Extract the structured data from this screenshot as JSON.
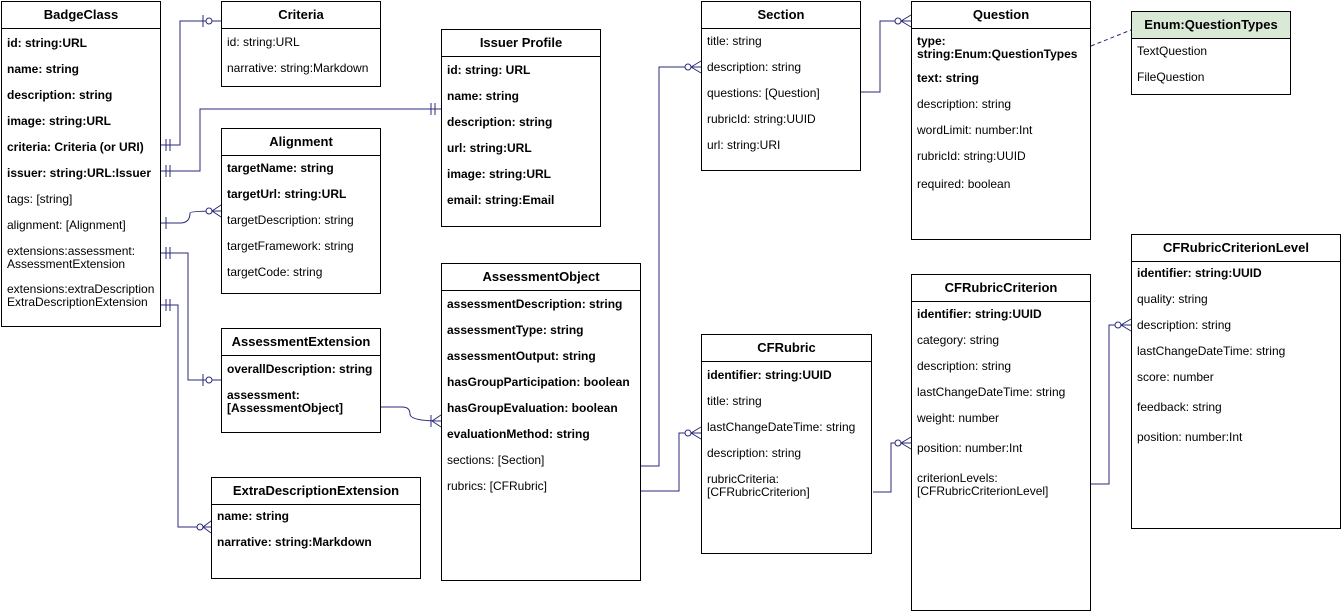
{
  "entities": {
    "badgeclass": {
      "title": "BadgeClass",
      "attrs": [
        {
          "text": "id: string:URL",
          "bold": true
        },
        {
          "text": "name: string",
          "bold": true
        },
        {
          "text": "description: string",
          "bold": true
        },
        {
          "text": "image: string:URL",
          "bold": true
        },
        {
          "text": "criteria: Criteria (or URI)",
          "bold": true
        },
        {
          "text": "issuer: string:URL:Issuer",
          "bold": true
        },
        {
          "text": "tags: [string]",
          "bold": false
        },
        {
          "text": "alignment: [Alignment]",
          "bold": false
        },
        {
          "text": "extensions:assessment:\nAssessmentExtension",
          "bold": false
        },
        {
          "text": "extensions:extraDescription\nExtraDescriptionExtension",
          "bold": false
        }
      ]
    },
    "criteria": {
      "title": "Criteria",
      "attrs": [
        {
          "text": "id: string:URL",
          "bold": false
        },
        {
          "text": "narrative: string:Markdown",
          "bold": false
        }
      ]
    },
    "issuer": {
      "title": "Issuer Profile",
      "attrs": [
        {
          "text": "id: string: URL",
          "bold": true
        },
        {
          "text": "name: string",
          "bold": true
        },
        {
          "text": "description: string",
          "bold": true
        },
        {
          "text": "url: string:URL",
          "bold": true
        },
        {
          "text": "image: string:URL",
          "bold": true
        },
        {
          "text": "email: string:Email",
          "bold": true
        }
      ]
    },
    "alignment": {
      "title": "Alignment",
      "attrs": [
        {
          "text": "targetName: string",
          "bold": true
        },
        {
          "text": "targetUrl: string:URL",
          "bold": true
        },
        {
          "text": "targetDescription: string",
          "bold": false
        },
        {
          "text": "targetFramework: string",
          "bold": false
        },
        {
          "text": "targetCode: string",
          "bold": false
        }
      ]
    },
    "assessmentextension": {
      "title": "AssessmentExtension",
      "attrs": [
        {
          "text": "overallDescription: string",
          "bold": true
        },
        {
          "text": "assessment:\n[AssessmentObject]",
          "bold": true
        }
      ]
    },
    "extradescription": {
      "title": "ExtraDescriptionExtension",
      "attrs": [
        {
          "text": "name: string",
          "bold": true
        },
        {
          "text": "narrative: string:Markdown",
          "bold": true
        }
      ]
    },
    "assessmentobject": {
      "title": "AssessmentObject",
      "attrs": [
        {
          "text": "assessmentDescription: string",
          "bold": true
        },
        {
          "text": "assessmentType: string",
          "bold": true
        },
        {
          "text": "assessmentOutput: string",
          "bold": true
        },
        {
          "text": "hasGroupParticipation: boolean",
          "bold": true
        },
        {
          "text": "hasGroupEvaluation: boolean",
          "bold": true
        },
        {
          "text": "evaluationMethod: string",
          "bold": true
        },
        {
          "text": "sections: [Section]",
          "bold": false
        },
        {
          "text": "rubrics: [CFRubric]",
          "bold": false
        }
      ]
    },
    "section": {
      "title": "Section",
      "attrs": [
        {
          "text": "title: string",
          "bold": false
        },
        {
          "text": "description: string",
          "bold": false
        },
        {
          "text": "questions: [Question]",
          "bold": false
        },
        {
          "text": "rubricId: string:UUID",
          "bold": false
        },
        {
          "text": "url: string:URI",
          "bold": false
        }
      ]
    },
    "question": {
      "title": "Question",
      "attrs": [
        {
          "text": "type:\nstring:Enum:QuestionTypes",
          "bold": true
        },
        {
          "text": "text: string",
          "bold": true
        },
        {
          "text": "description: string",
          "bold": false
        },
        {
          "text": "wordLimit: number:Int",
          "bold": false
        },
        {
          "text": "rubricId: string:UUID",
          "bold": false
        },
        {
          "text": "required: boolean",
          "bold": false
        }
      ]
    },
    "questiontypes": {
      "title": "Enum:QuestionTypes",
      "attrs": [
        {
          "text": "TextQuestion",
          "bold": false
        },
        {
          "text": "FileQuestion",
          "bold": false
        }
      ]
    },
    "cfrubric": {
      "title": "CFRubric",
      "attrs": [
        {
          "text": "identifier: string:UUID",
          "bold": true
        },
        {
          "text": "title: string",
          "bold": false
        },
        {
          "text": "lastChangeDateTime: string",
          "bold": false
        },
        {
          "text": "description: string",
          "bold": false
        },
        {
          "text": "rubricCriteria:\n[CFRubricCriterion]",
          "bold": false
        }
      ]
    },
    "cfrubriccriterion": {
      "title": "CFRubricCriterion",
      "attrs": [
        {
          "text": "identifier: string:UUID",
          "bold": true
        },
        {
          "text": "category: string",
          "bold": false
        },
        {
          "text": "description: string",
          "bold": false
        },
        {
          "text": "lastChangeDateTime: string",
          "bold": false
        },
        {
          "text": "weight: number",
          "bold": false
        },
        {
          "text": "position: number:Int",
          "bold": false
        },
        {
          "text": "criterionLevels:\n[CFRubricCriterionLevel]",
          "bold": false
        }
      ]
    },
    "cfrubriccriterionlevel": {
      "title": "CFRubricCriterionLevel",
      "attrs": [
        {
          "text": "identifier: string:UUID",
          "bold": true
        },
        {
          "text": "quality: string",
          "bold": false
        },
        {
          "text": "description: string",
          "bold": false
        },
        {
          "text": "lastChangeDateTime: string",
          "bold": false
        },
        {
          "text": "score: number",
          "bold": false
        },
        {
          "text": "feedback: string",
          "bold": false
        },
        {
          "text": "position: number:Int",
          "bold": false
        }
      ]
    }
  }
}
